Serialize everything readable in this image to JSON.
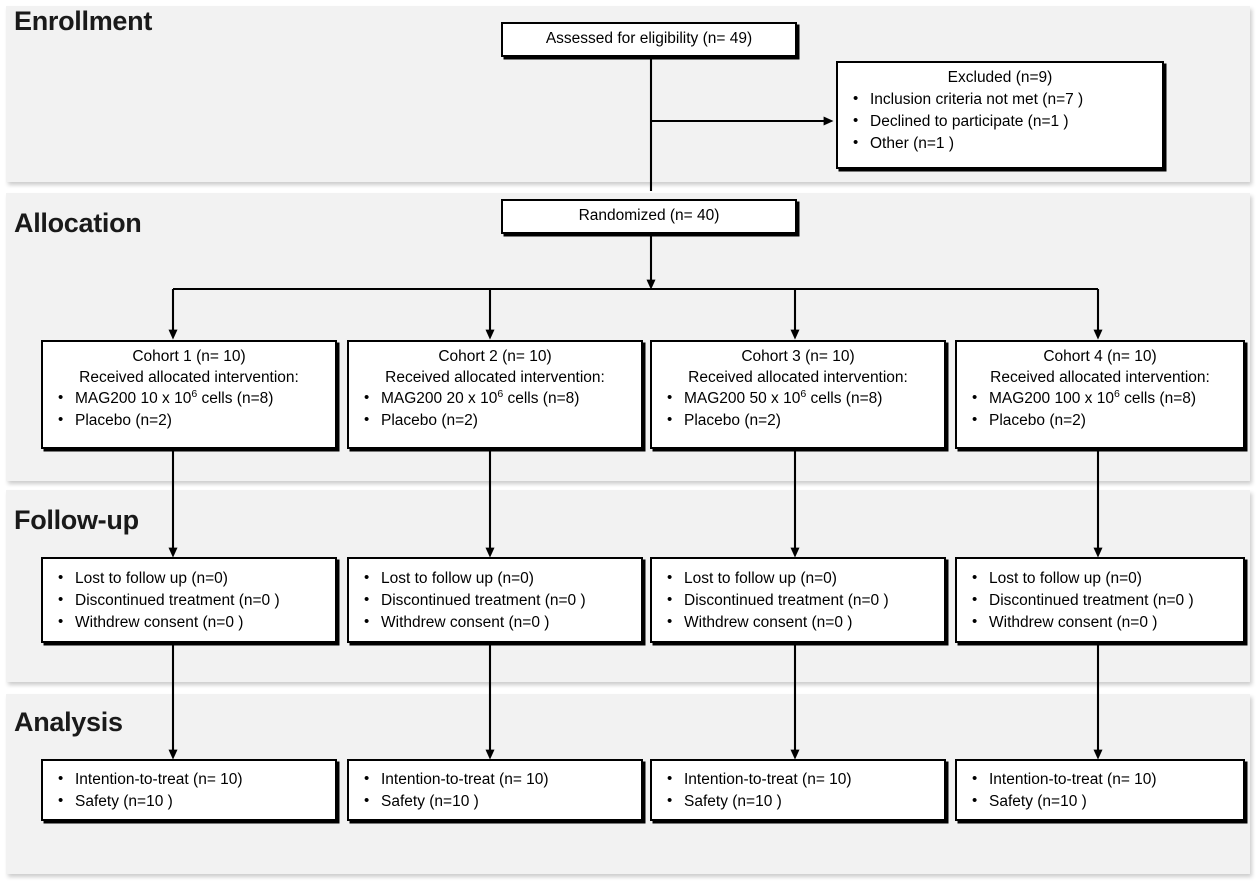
{
  "diagram": {
    "title": "CONSORT participant flow diagram",
    "type": "flowchart",
    "background_color": "#ffffff",
    "band_color": "#f2f2f2",
    "box_border_color": "#000000",
    "box_fill_color": "#ffffff"
  },
  "stages": [
    {
      "id": "enrollment",
      "label": "Enrollment"
    },
    {
      "id": "allocation",
      "label": "Allocation"
    },
    {
      "id": "followup",
      "label": "Follow-up"
    },
    {
      "id": "analysis",
      "label": "Analysis"
    }
  ],
  "enrollment": {
    "assessed": {
      "text": "Assessed for eligibility (n= 49)"
    },
    "excluded": {
      "heading": "Excluded (n=9)",
      "items": [
        "Inclusion criteria not met (n=7 )",
        "Declined to participate (n=1 )",
        "Other (n=1 )"
      ]
    }
  },
  "allocation": {
    "randomized": {
      "text": "Randomized (n= 40)"
    },
    "cohorts": [
      {
        "title": "Cohort 1 (n= 10)",
        "subtitle": "Received allocated intervention:",
        "dose_prefix": "MAG200 10 x 10",
        "dose_exponent": "6",
        "dose_suffix": " cells (n=8)",
        "placebo": "Placebo (n=2)"
      },
      {
        "title": "Cohort 2 (n= 10)",
        "subtitle": "Received allocated intervention:",
        "dose_prefix": "MAG200 20 x 10",
        "dose_exponent": "6",
        "dose_suffix": " cells (n=8)",
        "placebo": "Placebo (n=2)"
      },
      {
        "title": "Cohort 3 (n= 10)",
        "subtitle": "Received allocated intervention:",
        "dose_prefix": "MAG200 50 x 10",
        "dose_exponent": "6",
        "dose_suffix": " cells (n=8)",
        "placebo": "Placebo (n=2)"
      },
      {
        "title": "Cohort 4 (n= 10)",
        "subtitle": "Received allocated intervention:",
        "dose_prefix": "MAG200 100 x 10",
        "dose_exponent": "6",
        "dose_suffix": " cells (n=8)",
        "placebo": "Placebo (n=2)"
      }
    ]
  },
  "followup": {
    "columns": [
      {
        "items": [
          "Lost to follow up (n=0)",
          "Discontinued treatment (n=0 )",
          "Withdrew consent (n=0 )"
        ]
      },
      {
        "items": [
          "Lost to follow up (n=0)",
          "Discontinued treatment (n=0 )",
          "Withdrew consent (n=0 )"
        ]
      },
      {
        "items": [
          "Lost to follow up (n=0)",
          "Discontinued treatment (n=0 )",
          "Withdrew consent (n=0 )"
        ]
      },
      {
        "items": [
          "Lost to follow up (n=0)",
          "Discontinued treatment (n=0 )",
          "Withdrew consent (n=0 )"
        ]
      }
    ]
  },
  "analysis": {
    "columns": [
      {
        "items": [
          "Intention-to-treat (n= 10)",
          "Safety (n=10 )"
        ]
      },
      {
        "items": [
          "Intention-to-treat (n= 10)",
          "Safety (n=10 )"
        ]
      },
      {
        "items": [
          "Intention-to-treat (n= 10)",
          "Safety (n=10 )"
        ]
      },
      {
        "items": [
          "Intention-to-treat (n= 10)",
          "Safety (n=10 )"
        ]
      }
    ]
  }
}
